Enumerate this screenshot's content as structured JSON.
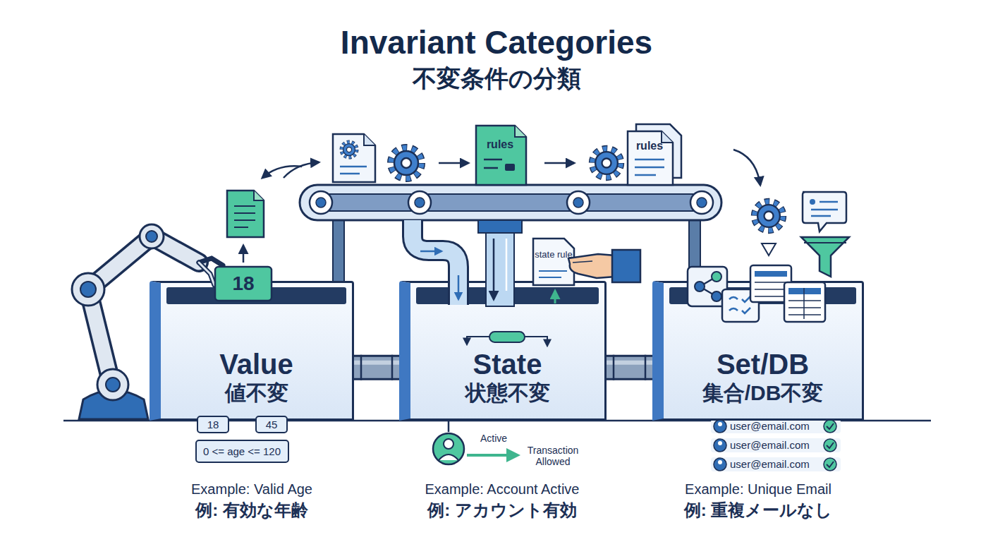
{
  "diagram": {
    "title": "Invariant Categories",
    "nodes": [
      {
        "text": [
          "Value",
          "値不変"
        ]
      },
      {
        "text": [
          "State",
          "状態不変"
        ]
      },
      {
        "text": [
          "Set/DB",
          "集合/DB不変"
        ]
      },
      {
        "text": [
          "18"
        ]
      },
      {
        "text": [
          "45"
        ]
      },
      {
        "text": [
          "0 <= age <= 120"
        ]
      }
    ],
    "edges": [
      {
        "from": 0,
        "to": 1,
        "arrow": "none"
      },
      {
        "from": 1,
        "to": 2,
        "arrow": "none"
      }
    ],
    "labels": [
      "不変条件の分類",
      "18",
      "rules",
      "rules",
      "state rule",
      "Active",
      "Transaction Allowed",
      "user@email.com",
      "user@email.com",
      "user@email.com",
      "Example: Valid Age",
      "例: 有効な年齢",
      "Example: Account Active",
      "例: アカウント有効",
      "Example: Unique Email",
      "例: 重複メールなし"
    ]
  }
}
